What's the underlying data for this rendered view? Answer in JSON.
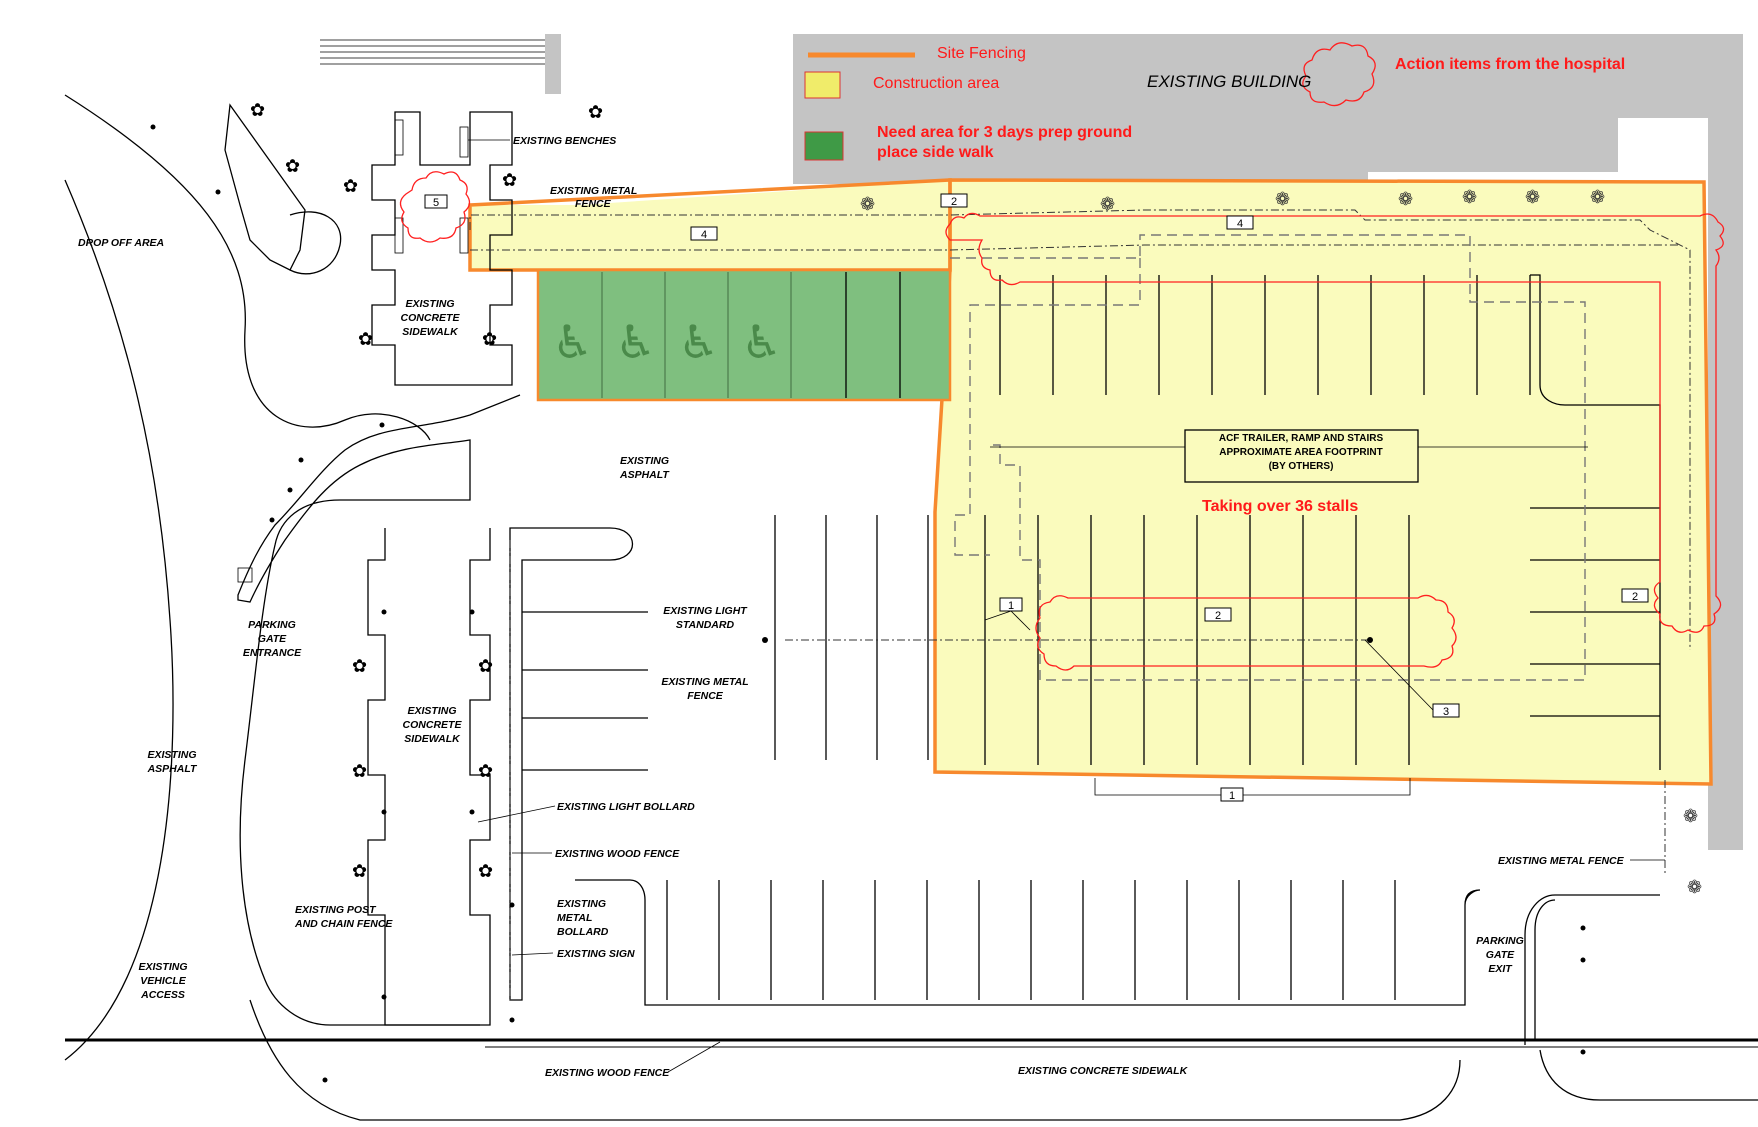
{
  "legend": {
    "site_fencing": "Site Fencing",
    "construction_area": "Construction area",
    "need_area_line1": "Need area for 3 days prep ground",
    "need_area_line2": "place side walk",
    "action_items": "Action items from the hospital",
    "existing_building": "EXISTING BUILDING"
  },
  "colors": {
    "site_fencing": "#f7892d",
    "construction_area": "#fafbbd",
    "construction_legend": "#f0ec6a",
    "need_area": "#7fbf7f",
    "need_legend": "#3f9a46",
    "action_items": "#ff2020",
    "building": "#c4c4c4",
    "annotation_text": "#ff1a1a"
  },
  "annotations": {
    "acf_line1": "ACF TRAILER, RAMP AND STAIRS",
    "acf_line2": "APPROXIMATE AREA FOOTPRINT",
    "acf_line3": "(BY OTHERS)",
    "taking_over": "Taking over 36 stalls"
  },
  "labels": {
    "existing_benches": "EXISTING BENCHES",
    "existing_metal_fence_top_1": "EXISTING METAL",
    "existing_metal_fence_top_2": "FENCE",
    "drop_off_area": "DROP OFF AREA",
    "sidewalk_top_1": "EXISTING",
    "sidewalk_top_2": "CONCRETE",
    "sidewalk_top_3": "SIDEWALK",
    "asphalt_top_1": "EXISTING",
    "asphalt_top_2": "ASPHALT",
    "parking_gate_entrance_1": "PARKING",
    "parking_gate_entrance_2": "GATE",
    "parking_gate_entrance_3": "ENTRANCE",
    "sidewalk_mid_1": "EXISTING",
    "sidewalk_mid_2": "CONCRETE",
    "sidewalk_mid_3": "SIDEWALK",
    "light_standard_1": "EXISTING LIGHT",
    "light_standard_2": "STANDARD",
    "metal_fence_mid_1": "EXISTING METAL",
    "metal_fence_mid_2": "FENCE",
    "asphalt_left_1": "EXISTING",
    "asphalt_left_2": "ASPHALT",
    "light_bollard": "EXISTING LIGHT BOLLARD",
    "wood_fence_mid": "EXISTING WOOD FENCE",
    "post_chain_1": "EXISTING POST",
    "post_chain_2": "AND CHAIN FENCE",
    "metal_bollard_1": "EXISTING",
    "metal_bollard_2": "METAL",
    "metal_bollard_3": "BOLLARD",
    "existing_sign": "EXISTING SIGN",
    "vehicle_access_1": "EXISTING",
    "vehicle_access_2": "VEHICLE",
    "vehicle_access_3": "ACCESS",
    "wood_fence_bottom": "EXISTING WOOD FENCE",
    "sidewalk_bottom": "EXISTING CONCRETE SIDEWALK",
    "metal_fence_right": "EXISTING METAL FENCE",
    "parking_gate_exit_1": "PARKING",
    "parking_gate_exit_2": "GATE",
    "parking_gate_exit_3": "EXIT"
  },
  "tags": {
    "t1a": "1",
    "t1b": "1",
    "t2a": "2",
    "t2b": "2",
    "t2c": "2",
    "t3": "3",
    "t4a": "4",
    "t4b": "4",
    "t5": "5"
  }
}
